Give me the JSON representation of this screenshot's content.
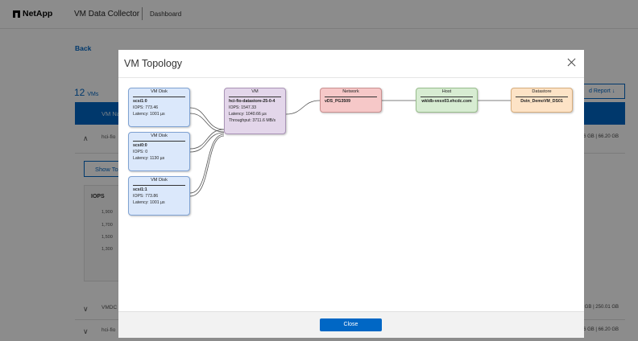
{
  "app": {
    "brand": "NetApp",
    "title": "VM Data Collector",
    "breadcrumb": "Dashboard"
  },
  "page": {
    "back_label": "Back",
    "vm_count": "12",
    "vm_count_unit": "VMs",
    "report_label": "d Report",
    "table_header_partial": "VM Na",
    "rows": [
      {
        "name": "hci-fio",
        "right": "6 GB | 66.20 GB"
      },
      {
        "name": "VMDC",
        "right": "1 GB | 250.01 GB"
      },
      {
        "name": "hci-fio",
        "right": "6 GB | 66.20 GB"
      }
    ],
    "show_button": "Show To",
    "iops_title": "IOPS",
    "iops_ticks": [
      "1,900",
      "1,700",
      "1,500",
      "1,300"
    ]
  },
  "modal": {
    "title": "VM Topology",
    "close_label": "Close",
    "disks": [
      {
        "title": "VM Disk",
        "name": "scsi1:0",
        "iops": "IOPS: 773.46",
        "latency": "Latency: 1001 µs"
      },
      {
        "title": "VM Disk",
        "name": "scsi0:0",
        "iops": "IOPS: 0",
        "latency": "Latency: 1130 µs"
      },
      {
        "title": "VM Disk",
        "name": "scsi1:1",
        "iops": "IOPS: 773.86",
        "latency": "Latency: 1001 µs"
      }
    ],
    "vm": {
      "title": "VM",
      "name": "hci-fio-datastore-25-0-4",
      "iops": "IOPS: 1547.33",
      "latency": "Latency: 1040.66 µs",
      "throughput": "Throughput: 3711.6 MB/s"
    },
    "network": {
      "title": "Network",
      "name": "vDS_PG3509"
    },
    "host": {
      "title": "Host",
      "name": "wkldb-vesx03.ehcdc.com"
    },
    "datastore": {
      "title": "Datastore",
      "name": "Dstn_DemoVM_DS01"
    }
  }
}
